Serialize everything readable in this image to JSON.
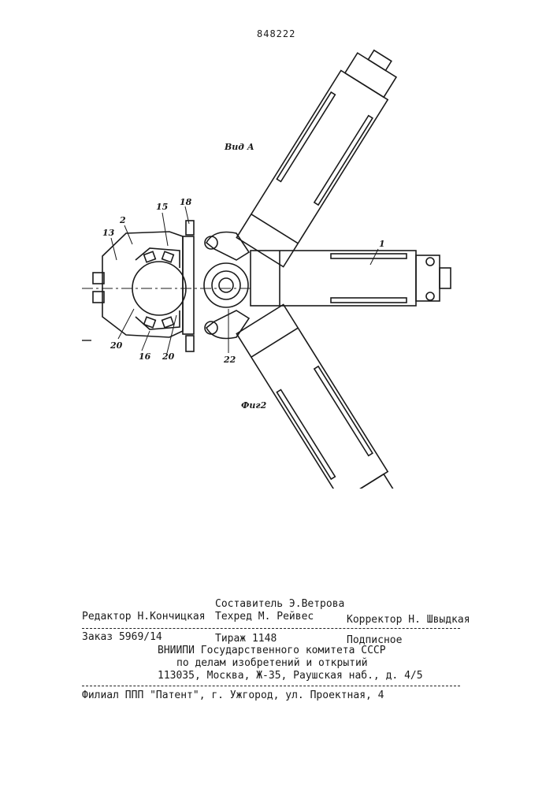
{
  "header": {
    "patent_number": "848222"
  },
  "figure": {
    "view_label": "Вид А",
    "caption": "Фиг2",
    "callouts": {
      "c1": "1",
      "c2": "2",
      "c13": "13",
      "c15": "15",
      "c16": "16",
      "c18": "18",
      "c20a": "20",
      "c20b": "20",
      "c22": "22"
    }
  },
  "footer": {
    "editor": "Редактор Н.Кончицкая",
    "compiler": "Составитель Э.Ветрова",
    "techred": "Техред М. Рейвес",
    "corrector": "Корректор Н. Швыдкая",
    "order": "Заказ 5969/14",
    "tirazh": "Тираж 1148",
    "podpisnoe": "Подписное",
    "org_line1": "ВНИИПИ Государственного комитета СССР",
    "org_line2": "по делам изобретений и открытий",
    "org_address": "113035, Москва, Ж-35, Раушская наб., д. 4/5",
    "filial": "Филиал ППП \"Патент\", г. Ужгород, ул. Проектная, 4"
  }
}
